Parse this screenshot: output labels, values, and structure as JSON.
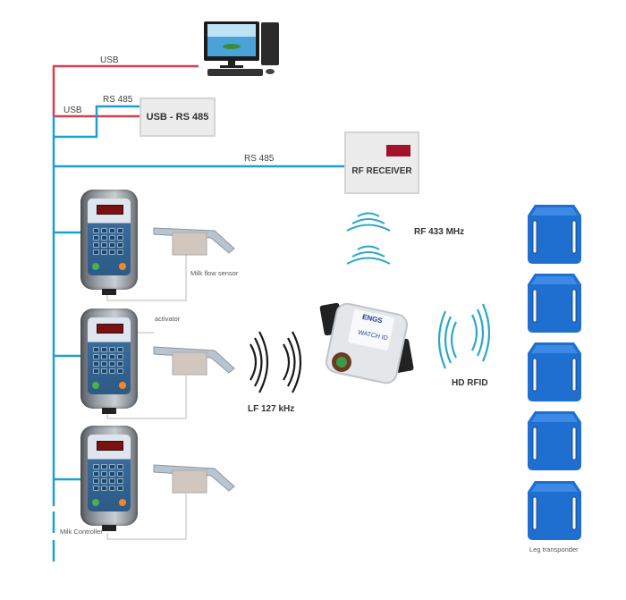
{
  "diagram": {
    "connections": {
      "usb_top": "USB",
      "usb_lower": "USB",
      "rs485_upper": "RS 485",
      "rs485_main": "RS 485"
    },
    "nodes": {
      "converter": "USB - RS 485",
      "rf_receiver": "RF RECEIVER",
      "watch_id_brand": "ENGS",
      "watch_id_model": "WATCH ID"
    },
    "wireless": {
      "rf": "RF 433 MHz",
      "lf": "LF 127 kHz",
      "hd": "HD RFID"
    },
    "annotations": {
      "milk_flow_sensor": "Milk flow sensor",
      "activator": "activator",
      "milk_controller": "Milk Controller",
      "leg_transponder": "Leg transponder"
    },
    "colors": {
      "usb_line": "#d9404f",
      "rs485_line": "#1e9fcf",
      "wave": "#2aa7c9",
      "lf_wave": "#1a1a1a",
      "receiver_led": "#a3122a",
      "transponder": "#1f6fd1"
    }
  }
}
